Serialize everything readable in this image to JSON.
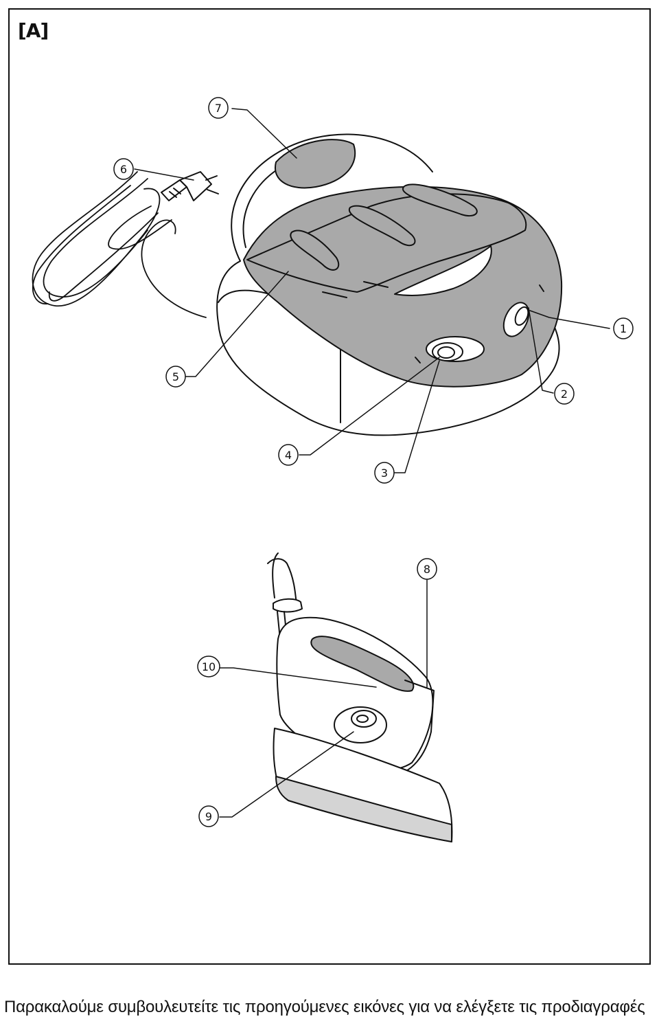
{
  "figure": {
    "panel_label": "[A]",
    "callouts": [
      "1",
      "2",
      "3",
      "4",
      "5",
      "6",
      "7",
      "8",
      "9",
      "10"
    ]
  },
  "caption": "Παρακαλούμε συμβουλευτείτε  τις προηγούμενες εικόνες για να ελέγξετε τις προδιαγραφές",
  "colors": {
    "line": "#111111",
    "shade": "#a9a9a9",
    "light_shade": "#d4d4d4",
    "background": "#ffffff"
  }
}
